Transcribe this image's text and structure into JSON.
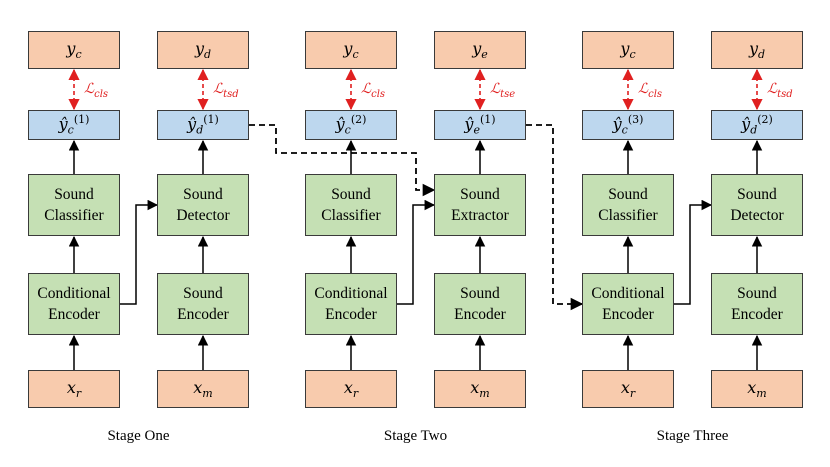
{
  "stages": [
    {
      "label": "Stage One",
      "columns": [
        {
          "target": "y_c",
          "prediction": "ŷ_c^(1)",
          "module": "Sound\nClassifier",
          "encoder": "Conditional\nEncoder",
          "input": "x_r",
          "loss": "ℒ_cls"
        },
        {
          "target": "y_d",
          "prediction": "ŷ_d^(1)",
          "module": "Sound\nDetector",
          "encoder": "Sound\nEncoder",
          "input": "x_m",
          "loss": "ℒ_tsd"
        }
      ]
    },
    {
      "label": "Stage Two",
      "columns": [
        {
          "target": "y_c",
          "prediction": "ŷ_c^(2)",
          "module": "Sound\nClassifier",
          "encoder": "Conditional\nEncoder",
          "input": "x_r",
          "loss": "ℒ_cls"
        },
        {
          "target": "y_e",
          "prediction": "ŷ_e^(1)",
          "module": "Sound\nExtractor",
          "encoder": "Sound\nEncoder",
          "input": "x_m",
          "loss": "ℒ_tse"
        }
      ]
    },
    {
      "label": "Stage Three",
      "columns": [
        {
          "target": "y_c",
          "prediction": "ŷ_c^(3)",
          "module": "Sound\nClassifier",
          "encoder": "Conditional\nEncoder",
          "input": "x_r",
          "loss": "ℒ_cls"
        },
        {
          "target": "y_d",
          "prediction": "ŷ_d^(2)",
          "module": "Sound\nDetector",
          "encoder": "Sound\nEncoder",
          "input": "x_m",
          "loss": "ℒ_tsd"
        }
      ]
    }
  ],
  "colors": {
    "io_fill": "#f8cbad",
    "prediction_fill": "#bdd7ee",
    "module_fill": "#c5e0b4",
    "loss_arrow": "#e02020",
    "line": "#000000"
  }
}
